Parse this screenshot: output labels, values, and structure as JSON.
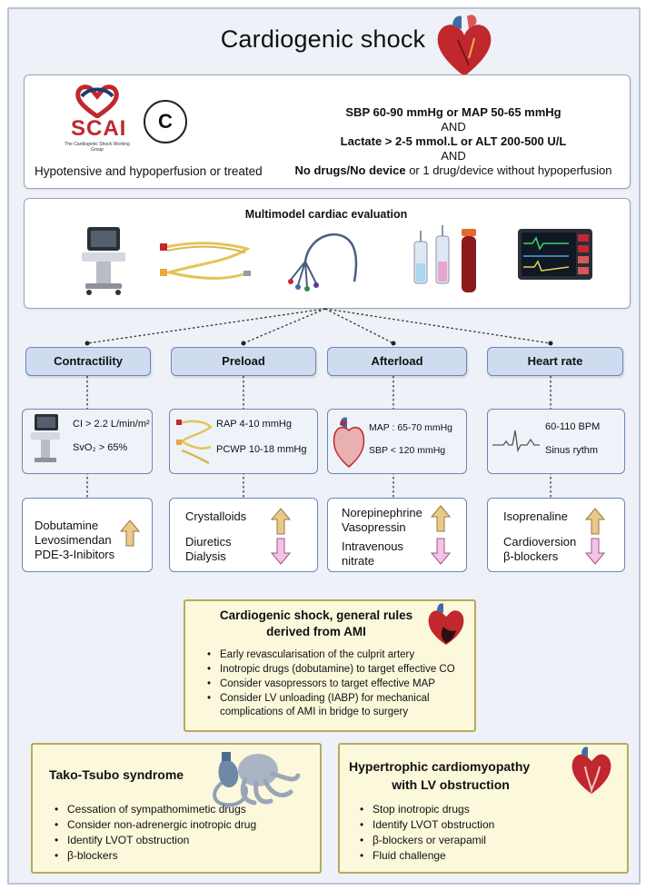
{
  "title": "Cardiogenic shock",
  "scai": {
    "logo_text": "SCAI",
    "logo_subtext": "The Cardiogenic Shock Working Group",
    "stage": "C",
    "description": "Hypotensive and hypoperfusion or treated",
    "criteria_line1": "SBP 60-90 mmHg or MAP 50-65 mmHg",
    "and1": "AND",
    "criteria_line2": "Lactate > 2-5 mmol.L or ALT 200-500 U/L",
    "and2": "AND",
    "criteria_line3_bold": "No drugs/No device",
    "criteria_line3_rest": " or 1 drug/device without hypoperfusion"
  },
  "evaluation": {
    "title": "Multimodel cardiac evaluation",
    "images": [
      "ultrasound-machine",
      "catheter",
      "swan-ganz-catheter",
      "blood-syringes",
      "monitor"
    ]
  },
  "categories": [
    {
      "label": "Contractility",
      "params": [
        "CI > 2.2 L/min/m²",
        "SvO₂ > 65%"
      ],
      "drugs_up": [
        "Dobutamine",
        "Levosimendan",
        "PDE-3-Inibitors"
      ],
      "drugs_down": []
    },
    {
      "label": "Preload",
      "params": [
        "RAP 4-10 mmHg",
        "PCWP 10-18 mmHg"
      ],
      "drugs_up": [
        "Crystalloids"
      ],
      "drugs_down": [
        "Diuretics",
        "Dialysis"
      ]
    },
    {
      "label": "Afterload",
      "params": [
        "MAP : 65-70 mmHg",
        "SBP < 120 mmHg"
      ],
      "drugs_up": [
        "Norepinephrine",
        "Vasopressin"
      ],
      "drugs_down": [
        "Intravenous",
        "nitrate"
      ]
    },
    {
      "label": "Heart rate",
      "params": [
        "60-110 BPM",
        "Sinus rythm"
      ],
      "drugs_up": [
        "Isoprenaline"
      ],
      "drugs_down": [
        "Cardioversion",
        "β-blockers"
      ]
    }
  ],
  "ami": {
    "title_line1": "Cardiogenic shock, general rules",
    "title_line2": "derived from AMI",
    "rules": [
      "Early revascularisation of the culprit artery",
      "Inotropic drugs (dobutamine) to target effective CO",
      "Consider vasopressors to target effective MAP",
      "Consider LV unloading (IABP) for mechanical",
      "complications of AMI in bridge to surgery"
    ]
  },
  "tako": {
    "title": "Tako-Tsubo syndrome",
    "rules": [
      "Cessation of sympathomimetic drugs",
      "Consider non-adrenergic inotropic drug",
      "Identify LVOT obstruction",
      "β-blockers"
    ]
  },
  "hcm": {
    "title_line1": "Hypertrophic cardiomyopathy",
    "title_line2": "with LV obstruction",
    "rules": [
      "Stop inotropic drugs",
      "Identify LVOT obstruction",
      "β-blockers or verapamil",
      "Fluid challenge"
    ]
  },
  "colors": {
    "up_arrow": "#e8c98a",
    "down_arrow": "#f2c4e6",
    "heart_red": "#c0282d",
    "heart_blue": "#3b6ea8",
    "blue_box": "#cfdcf0",
    "yellow_box": "#fbf8dc"
  }
}
